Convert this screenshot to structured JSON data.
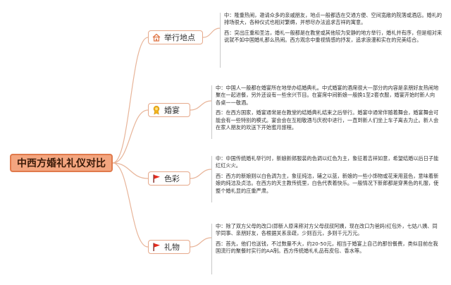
{
  "title": "中西方婚礼礼仪对比",
  "branches": [
    {
      "label": "举行地点",
      "icon": "house-icon",
      "notes": [
        "中：隆重热闹，邀请众多的亲戚朋友，地点一般都选在交通方便、空间宽敞的院落或酒店。婚礼的排场很大，各种仪式也相对繁缛，并想尽办法追求吉祥的寓意。",
        "西：突出庄重和圣洁，婚礼一般都是在教堂或其他较为安静的地方举行，婚礼并有序，但是相对来说就不如中国婚礼那么热闹。西方观念中重视情感的抒发，追求浪漫和实在的完美结合。"
      ]
    },
    {
      "label": "婚宴",
      "icon": "medal-icon",
      "notes": [
        "中：中国人一般都在婚宴所在地举办结婚典礼。中式婚宴的酒席很大一部分的内容是亲朋好友热闹地聚在一起进餐，另外还设有一些余兴节目。在宴席中间新娘一般换1至2套衣服，婚宴开始时新人向各桌一一敬酒。",
        "西：在西方国家，婚宴通常是在教堂的结婚典礼结束之后举行。婚宴中通常伴随着舞会，婚宴舞会可能会有一些特别的模式。宴会会在互相敬酒与庆祝中进行，一直到新人们坐上车子离去为止。新人会在家人朋友的欢送下开始蜜月旅程。"
      ]
    },
    {
      "label": "色彩",
      "icon": "red-flag-icon",
      "notes": [
        "中：中国传统婚礼举行时，新娘新郎服装的色调以红色为主，象征着吉祥如意，希望结婚以后日子能红红火火。",
        "西：西方的新娘则以白色调为主，象征纯洁，辅之以蓝，新娘的一些小饰物或花束用蓝色，意味着新娘的纯洁及贞洁。在西方的天主教传统里，白色代表着快乐。一般情况下新郎都是穿黑色的礼服，使整个婚礼显的庄重严肃。"
      ]
    },
    {
      "label": "礼物",
      "icon": "red-flag-icon",
      "notes": [
        "中：除了双方父母的改口(即新人原来称对方父母叔叔阿姨，现在改口为爸妈)红包外，七姑八姨、同学同事、亲朋好友，各根据关系亲疏，少则百元，多则千元万元。",
        "西：首先，他们也送钱，不过数量不大，约20-50元，相当于婚宴上自己的那份餐费，类似目前在我国流行的聚餐时实行的AA制。西方传统婚礼礼品有皮包、香水等。"
      ]
    }
  ],
  "colors": {
    "root_fill": "#f3a57f",
    "root_border": "#e07a4c",
    "branch_border": "#e6a98b",
    "connector": "#e8b59a",
    "flag": "#e8291c",
    "medal": "#f2b51e"
  }
}
